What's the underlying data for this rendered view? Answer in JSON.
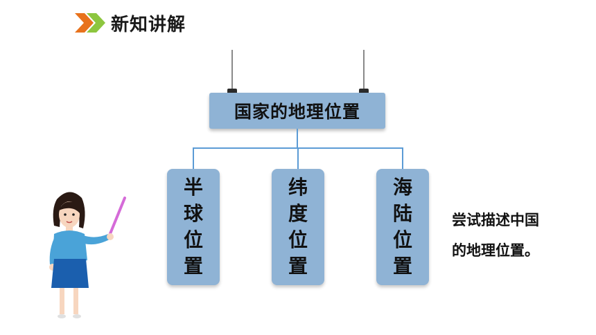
{
  "header": {
    "title": "新知讲解",
    "icon": "double-chevron-icon",
    "colors": [
      "#e8721c",
      "#8dc63f"
    ]
  },
  "diagram": {
    "root": "国家的地理位置",
    "children": [
      "半球位置",
      "纬度位置",
      "海陆位置"
    ],
    "box_color": "#8fb3d5",
    "line_color": "#5b9bd5"
  },
  "note": {
    "line1": "尝试描述中国",
    "line2": "的地理位置。"
  },
  "illustration": "teacher-with-pointer-icon"
}
